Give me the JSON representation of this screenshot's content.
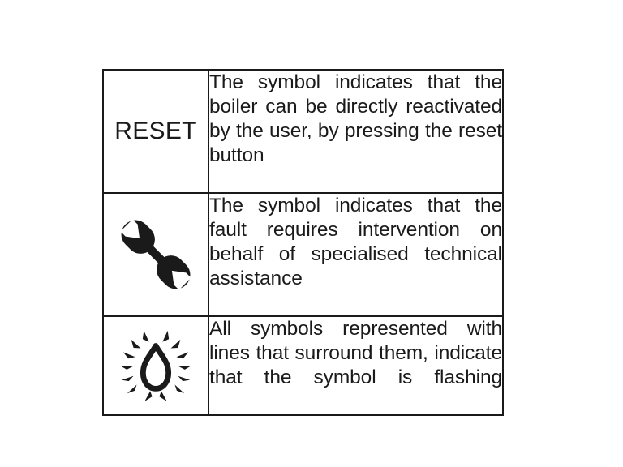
{
  "document": {
    "title": "Boiler display symbol legend",
    "background_color": "#ffffff",
    "line_color": "#1a1a1a",
    "text_color": "#1a1a1a"
  },
  "table": {
    "columns": 2,
    "rows": [
      {
        "symbol_type": "text",
        "symbol_name": "reset-text-symbol",
        "symbol_label": "RESET",
        "description": "The symbol indicates that the boiler can be directly reactivated by the user, by pressing the reset button"
      },
      {
        "symbol_type": "icon",
        "symbol_name": "wrench-icon",
        "symbol_label": "",
        "description": "The symbol indicates that the fault requires intervention on behalf of specialised technical assistance"
      },
      {
        "symbol_type": "icon",
        "symbol_name": "flashing-flame-icon",
        "symbol_label": "",
        "description": "All symbols represented with lines that surround them, indicate that the symbol is flashing"
      }
    ]
  }
}
